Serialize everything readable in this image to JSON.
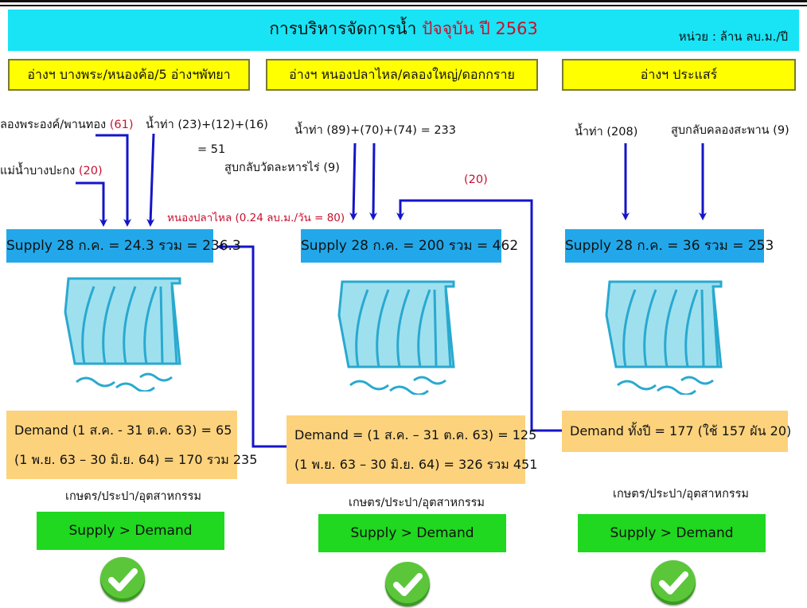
{
  "header": {
    "title_main": "การบริหารจัดการน้ำ",
    "title_year": "ปัจจุบัน ปี 2563",
    "unit": "หน่วย : ล้าน ลบ.ม./ปี"
  },
  "columns": [
    {
      "group_title": "อ่างฯ บางพระ/หนองค้อ/5 อ่างฯพัทยา",
      "inputs": {
        "khlong": "ลองพระองค์/พานทอง",
        "khlong_value": "(61)",
        "mae_nam": "แม่น้ำบางปะกง",
        "mae_nam_value": "(20)",
        "runoff": "น้ำท่า (23)+(12)+(16)",
        "runoff_total": "= 51",
        "transfer_note": "หนองปลาไหล (0.24 ลบ.ม./วัน = 80)"
      },
      "supply": "Supply 28 ก.ค. = 24.3 รวม = 236.3",
      "demand_line1": "Demand (1 ส.ค. - 31 ต.ค. 63)  = 65",
      "demand_line2": "(1 พ.ย. 63 – 30 มิ.ย. 64)  = 170 รวม 235",
      "sector": "เกษตร/ประปา/อุตสาหกรรม",
      "status": "Supply > Demand"
    },
    {
      "group_title": "อ่างฯ หนองปลาไหล/คลองใหญ่/ดอกกราย",
      "inputs": {
        "runoff": "น้ำท่า (89)+(70)+(74)  = 233",
        "pumpback": "สูบกลับวัดละหารไร่ (9)",
        "transfer_value": "(20)"
      },
      "supply": "Supply 28 ก.ค. = 200 รวม = 462",
      "demand_line1": "Demand  = (1 ส.ค. – 31 ต.ค. 63)  = 125",
      "demand_line2": "(1 พ.ย. 63 – 30 มิ.ย. 64)  = 326 รวม 451",
      "sector": "เกษตร/ประปา/อุตสาหกรรม",
      "status": "Supply > Demand"
    },
    {
      "group_title": "อ่างฯ ประแสร์",
      "inputs": {
        "runoff": "น้ำท่า (208)",
        "pumpback": "สูบกลับคลองสะพาน (9)"
      },
      "supply": "Supply 28 ก.ค. = 36 รวม = 253",
      "demand_line1": "Demand ทั้งปี  =  177 (ใช้ 157 ผัน 20)",
      "sector": "เกษตร/ประปา/อุตสาหกรรม",
      "status": "Supply > Demand"
    }
  ],
  "colors": {
    "banner": "#18e4f5",
    "title_box": "#ffff00",
    "supply": "#22a8ea",
    "demand": "#fcd27c",
    "status": "#1fd81f",
    "arrow": "#1515c8",
    "red_text": "#c8102e"
  },
  "icons": [
    "dam-icon",
    "water-wave-icon",
    "checkmark-icon"
  ]
}
